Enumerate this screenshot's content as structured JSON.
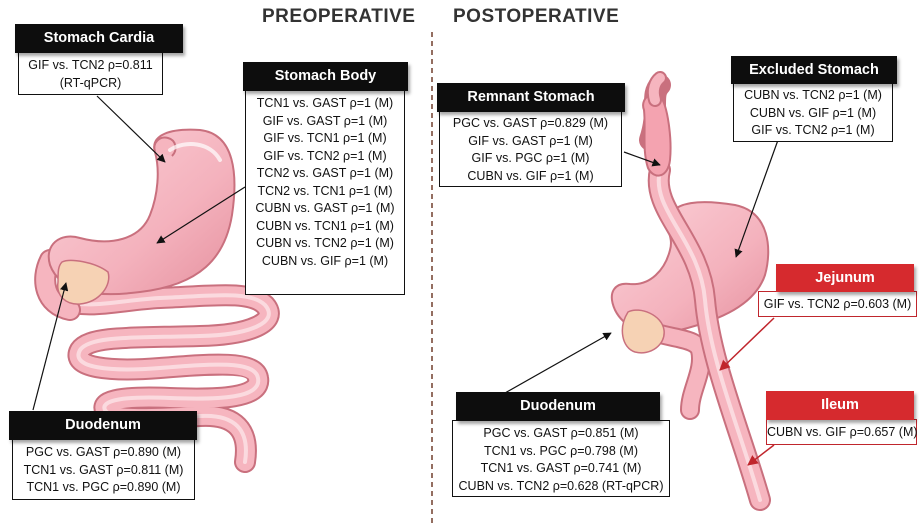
{
  "headings": {
    "preoperative": "PREOPERATIVE",
    "postoperative": "POSTOPERATIVE"
  },
  "colors": {
    "organ_fill": "#f6b5bf",
    "organ_stroke": "#c9707e",
    "duodenum_fill": "#f6d2b4",
    "header_black": "#0d0d0d",
    "header_red": "#d62a2e",
    "arrow_red": "#c0262d",
    "divider": "#7a4a3a"
  },
  "boxes": {
    "stomach_cardia": {
      "title": "Stomach Cardia",
      "lines": [
        "GIF vs. TCN2 ρ=0.811",
        "(RT-qPCR)"
      ]
    },
    "stomach_body": {
      "title": "Stomach Body",
      "lines": [
        "TCN1 vs. GAST ρ=1 (M)",
        "GIF vs. GAST ρ=1 (M)",
        "GIF vs. TCN1 ρ=1 (M)",
        "GIF vs. TCN2 ρ=1 (M)",
        "TCN2 vs. GAST ρ=1 (M)",
        "TCN2 vs. TCN1 ρ=1 (M)",
        "CUBN vs. GAST ρ=1 (M)",
        "CUBN vs. TCN1 ρ=1 (M)",
        "CUBN vs. TCN2 ρ=1 (M)",
        "CUBN vs. GIF ρ=1 (M)"
      ]
    },
    "duodenum_pre": {
      "title": "Duodenum",
      "lines": [
        "PGC vs. GAST ρ=0.890 (M)",
        "TCN1 vs. GAST ρ=0.811 (M)",
        "TCN1 vs. PGC ρ=0.890 (M)"
      ]
    },
    "remnant_stomach": {
      "title": "Remnant Stomach",
      "lines": [
        "PGC vs. GAST ρ=0.829 (M)",
        "GIF vs. GAST ρ=1 (M)",
        "GIF vs. PGC ρ=1 (M)",
        "CUBN vs. GIF ρ=1 (M)"
      ]
    },
    "excluded_stomach": {
      "title": "Excluded Stomach",
      "lines": [
        "CUBN vs. TCN2 ρ=1 (M)",
        "CUBN vs. GIF ρ=1 (M)",
        "GIF vs. TCN2 ρ=1 (M)"
      ]
    },
    "jejunum": {
      "title": "Jejunum",
      "lines": [
        "GIF vs. TCN2 ρ=0.603 (M)"
      ]
    },
    "ileum": {
      "title": "Ileum",
      "lines": [
        "CUBN vs. GIF ρ=0.657 (M)"
      ]
    },
    "duodenum_post": {
      "title": "Duodenum",
      "lines": [
        "PGC vs. GAST ρ=0.851 (M)",
        "TCN1 vs. PGC ρ=0.798 (M)",
        "TCN1 vs. GAST ρ=0.741 (M)",
        "CUBN vs. TCN2 ρ=0.628 (RT-qPCR)"
      ]
    }
  }
}
